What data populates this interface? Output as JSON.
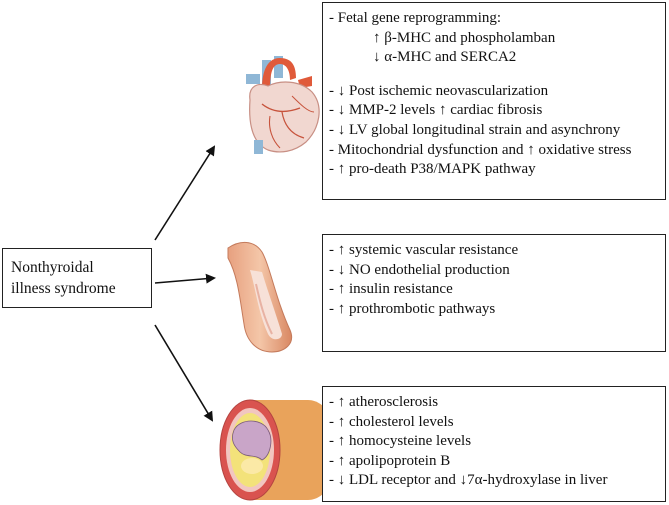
{
  "source": {
    "line1": "Nonthyroidal",
    "line2": "illness syndrome"
  },
  "heart_box": {
    "l1": "- Fetal gene reprogramming:",
    "l2": "↑ β-MHC and phospholamban",
    "l3": "↓ α-MHC and SERCA2",
    "l4": "- ↓ Post ischemic neovascularization",
    "l5": "- ↓ MMP-2 levels  ↑ cardiac fibrosis",
    "l6": "- ↓ LV global longitudinal strain and asynchrony",
    "l7": "- Mitochondrial dysfunction and ↑ oxidative stress",
    "l8": "- ↑ pro-death P38/MAPK pathway"
  },
  "vessel_box": {
    "l1": "- ↑ systemic vascular resistance",
    "l2": "- ↓ NO endothelial production",
    "l3": "- ↑ insulin resistance",
    "l4": "- ↑ prothrombotic pathways"
  },
  "artery_box": {
    "l1": "- ↑ atherosclerosis",
    "l2": "- ↑ cholesterol levels",
    "l3": "- ↑ homocysteine levels",
    "l4": "- ↑ apolipoprotein B",
    "l5": "- ↓ LDL receptor and ↓7α-hydroxylase in liver"
  }
}
